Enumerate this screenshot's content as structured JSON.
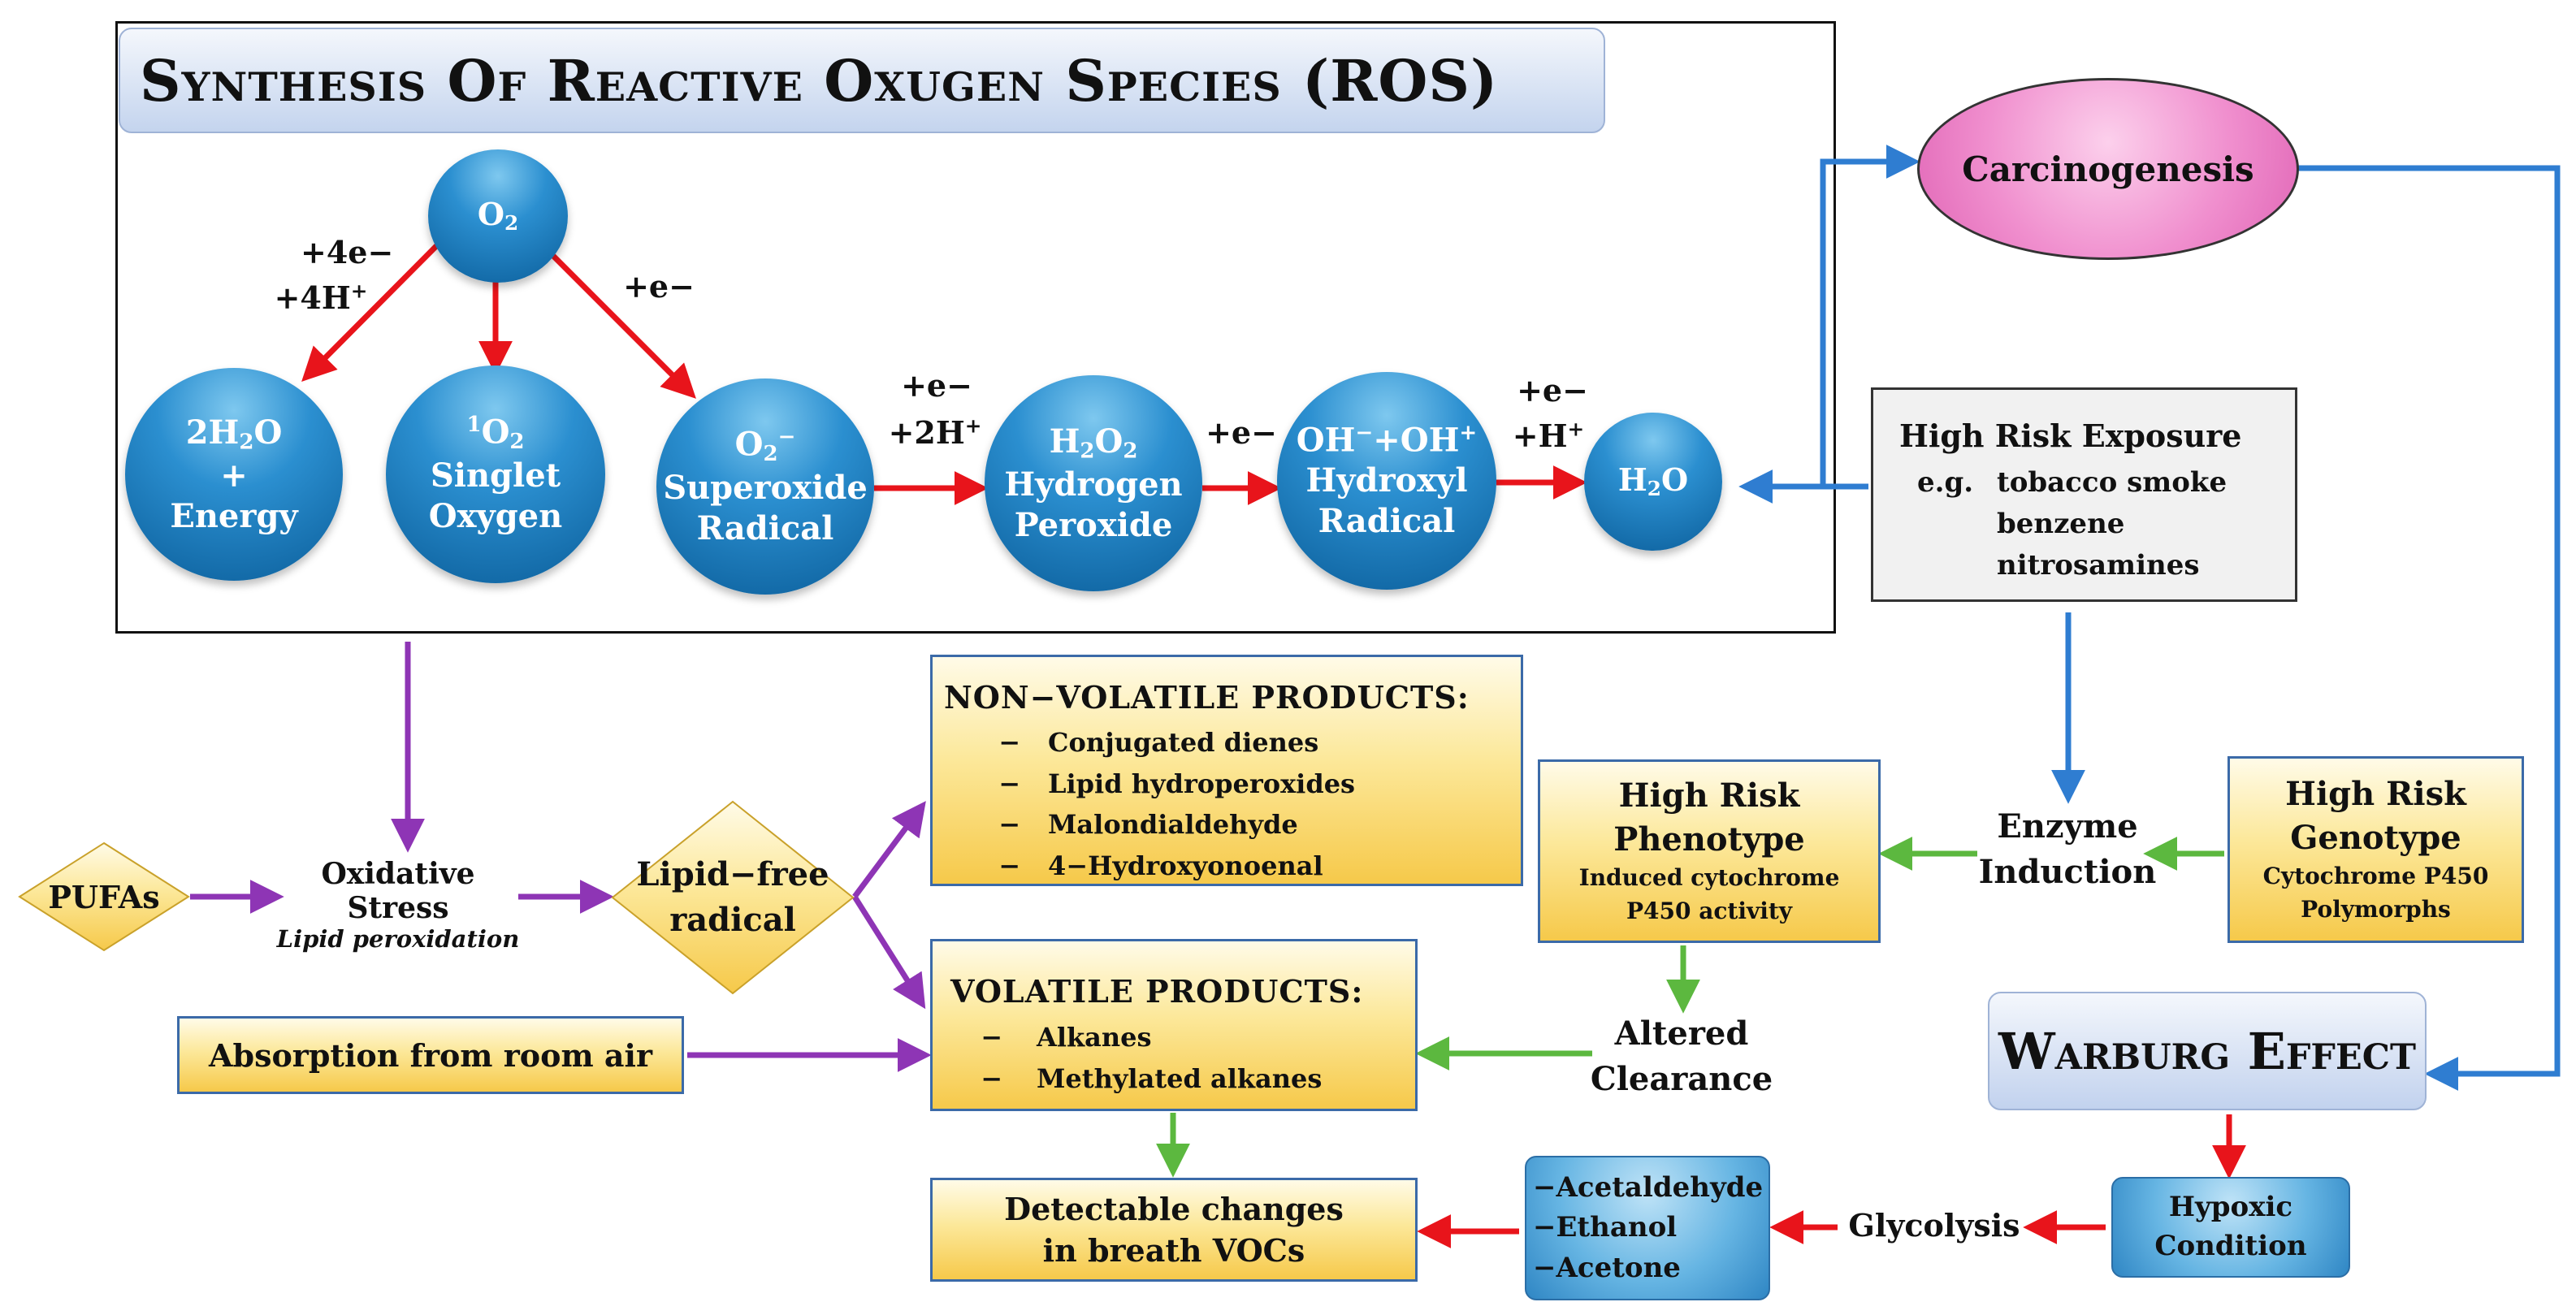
{
  "title": "Synthesis Of Reactive Oxugen Species (ROS)",
  "spheres": {
    "o2": "O2",
    "water_energy": [
      "2H2O",
      "+",
      "Energy"
    ],
    "singlet": [
      "1O2",
      "Singlet",
      "Oxygen"
    ],
    "superoxide": [
      "O2−",
      "Superoxide",
      "Radical"
    ],
    "peroxide": [
      "H2O2",
      "Hydrogen",
      "Peroxide"
    ],
    "hydroxyl": [
      "OH−+OH+",
      "Hydroxyl",
      "Radical"
    ],
    "water": "H2O"
  },
  "reaction_labels": {
    "left": [
      "+4e−",
      "+4H+"
    ],
    "right": "+e−",
    "to_peroxide": [
      "+e−",
      "+2H+"
    ],
    "to_hydroxyl": "+e−",
    "to_water": [
      "+e−",
      "+H+"
    ]
  },
  "carcinogenesis": "Carcinogenesis",
  "high_risk_exposure": {
    "heading": "High Risk Exposure",
    "eg": "e.g.",
    "items": [
      "tobacco smoke",
      "benzene",
      "nitrosamines"
    ]
  },
  "pufas": "PUFAs",
  "oxidative_stress": {
    "label": "Oxidative Stress",
    "sublabel": "Lipid peroxidation"
  },
  "lipid_free_radical": [
    "Lipid−free",
    "radical"
  ],
  "non_volatile": {
    "heading": "NON−VOLATILE PRODUCTS:",
    "bullet": "−",
    "items": [
      "Conjugated dienes",
      "Lipid hydroperoxides",
      "Malondialdehyde",
      "4−Hydroxyonoenal"
    ]
  },
  "volatile": {
    "heading": "VOLATILE PRODUCTS:",
    "bullet": "−",
    "items": [
      "Alkanes",
      "Methylated alkanes"
    ]
  },
  "absorption": "Absorption from room air",
  "detectable": [
    "Detectable changes",
    "in breath VOCs"
  ],
  "phenotype": {
    "title": [
      "High Risk",
      "Phenotype"
    ],
    "detail": [
      "Induced cytochrome",
      "P450 activity"
    ]
  },
  "enzyme_induction": [
    "Enzyme",
    "Induction"
  ],
  "genotype": {
    "title": [
      "High Risk",
      "Genotype"
    ],
    "detail": [
      "Cytochrome P450",
      "Polymorphs"
    ]
  },
  "altered_clearance": [
    "Altered",
    "Clearance"
  ],
  "warburg": "Warburg Effect",
  "hypoxic": [
    "Hypoxic",
    "Condition"
  ],
  "glycolysis": "Glycolysis",
  "metabolites": [
    "−Acetaldehyde",
    "−Ethanol",
    "−Acetone"
  ],
  "colors": {
    "red": "#e8141b",
    "blue": "#2f7dd1",
    "purple": "#8e35b5",
    "green": "#5cb83f"
  }
}
